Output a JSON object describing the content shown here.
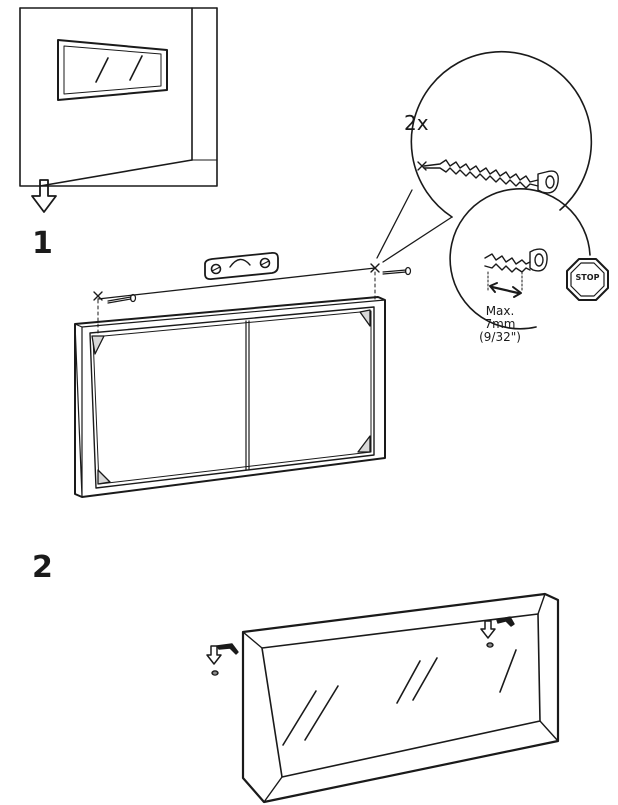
{
  "steps": [
    {
      "number": "1"
    },
    {
      "number": "2"
    }
  ],
  "callout": {
    "quantity": "2x",
    "max_label": "Max.",
    "max_mm": "7mm",
    "max_inch": "(9/32\")",
    "stop_text": "STOP"
  }
}
